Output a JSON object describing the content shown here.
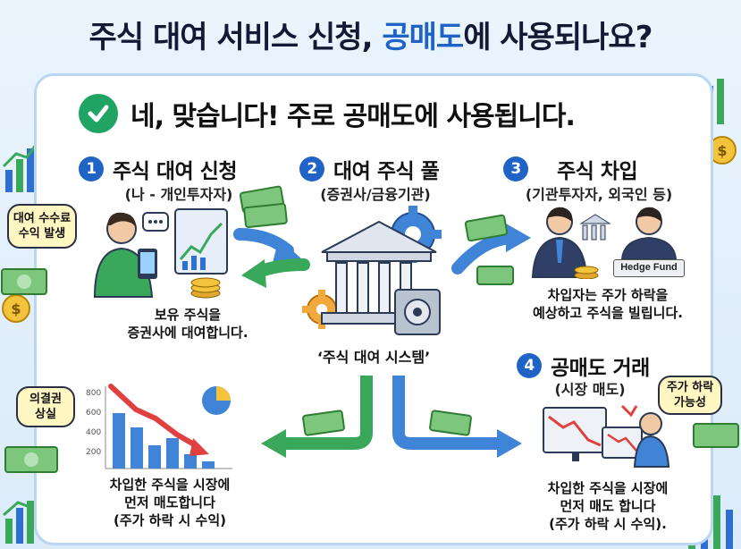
{
  "title": {
    "part1": "주식 대여 서비스 신청, ",
    "highlight": "공매도",
    "part2": "에 사용되나요?"
  },
  "subtitle": "네, 맞습니다! 주로 공매도에 사용됩니다.",
  "steps": [
    {
      "num": "1",
      "title": "주식 대여 신청",
      "sub": "(나 - 개인투자자)",
      "desc_lines": [
        "보유 주식을",
        "증권사에 대여합니다."
      ]
    },
    {
      "num": "2",
      "title": "대여 주식 풀",
      "sub": "(증권사/금융기관)"
    },
    {
      "num": "3",
      "title": "주식 차입",
      "sub": "(기관투자자, 외국인 등)",
      "desc_lines": [
        "차입자는 주가 하락을",
        "예상하고 주식을 빌립니다."
      ]
    },
    {
      "num": "4",
      "title": "공매도 거래",
      "sub": "(시장 매도)",
      "desc_lines": [
        "차입한 주식을 시장에",
        "먼저 매도 합니다",
        "(주가 하락 시 수익)."
      ]
    }
  ],
  "bottom_left_desc": [
    "차입한 주식을 시장에",
    "먼저 매도합니다",
    "(주가 하락 시 수익)"
  ],
  "system_label": "‘주식 대여 시스템’",
  "bubbles": {
    "fee": [
      "대여 수수료",
      "수익 발생"
    ],
    "voting": [
      "의결권",
      "상실"
    ],
    "drop": [
      "주가 하락",
      "가능성"
    ]
  },
  "hedge_fund": "Hedge Fund",
  "axis_ticks": [
    "800",
    "600",
    "400",
    "200"
  ],
  "colors": {
    "accent": "#1f63c7",
    "check": "#1fa463",
    "arrow_blue": "#3f84d6",
    "arrow_green": "#3aa85a",
    "bubble": "#fff6c2"
  }
}
